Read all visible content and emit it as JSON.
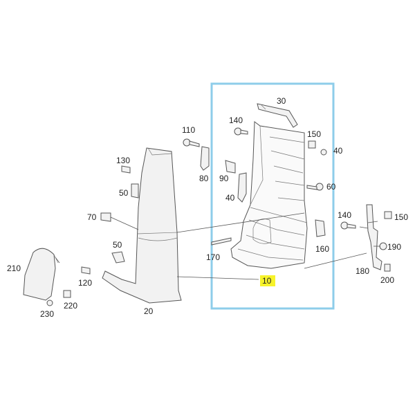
{
  "colors": {
    "highlight_frame": "#8ecdea",
    "highlight_label": "#f7f32a"
  },
  "highlighted_part": "10",
  "callouts": {
    "p10": "10",
    "p20": "20",
    "p30": "30",
    "p40a": "40",
    "p40b": "40",
    "p50a": "50",
    "p50b": "50",
    "p60": "60",
    "p70": "70",
    "p80": "80",
    "p90": "90",
    "p110": "110",
    "p120": "120",
    "p130": "130",
    "p140a": "140",
    "p140b": "140",
    "p150a": "150",
    "p150b": "150",
    "p160": "160",
    "p170": "170",
    "p180": "180",
    "p190": "190",
    "p200": "200",
    "p210": "210",
    "p220": "220",
    "p230": "230"
  }
}
